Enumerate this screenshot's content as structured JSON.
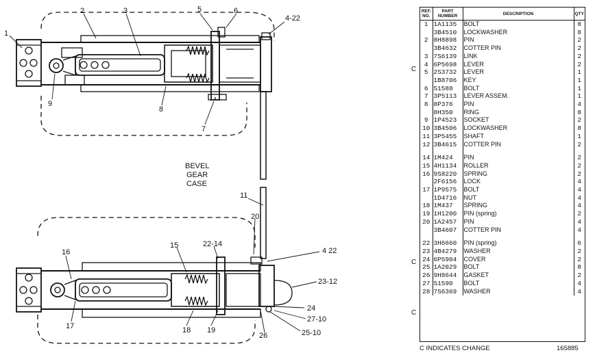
{
  "diagram": {
    "case_label_lines": [
      "BEVEL",
      "GEAR",
      "CASE"
    ],
    "callouts": {
      "c1": "1",
      "c2": "2",
      "c3": "3",
      "c5": "5",
      "c6": "6",
      "c4_22a": "4-22",
      "c9": "9",
      "c8": "8",
      "c7": "7",
      "c11": "11",
      "c20": "20",
      "c15": "15",
      "c22_14": "22-14",
      "c4_22b": "4 22",
      "c16": "16",
      "c23_12": "23-12",
      "c17": "17",
      "c18": "18",
      "c19": "19",
      "c24": "24",
      "c27_10": "27-10",
      "c26": "26",
      "c25_10": "25-10"
    }
  },
  "parts_list": {
    "headers": {
      "ref": "REF. NO.",
      "part": "PART NUMBER",
      "desc": "DESCRIPTION",
      "qty": "QTY"
    },
    "rows": [
      {
        "ref": "1",
        "part": "1A1135",
        "desc": "BOLT",
        "qty": "8"
      },
      {
        "ref": "",
        "part": "3B4510",
        "desc": "LOCKWASHER",
        "qty": "8"
      },
      {
        "ref": "2",
        "part": "8H8898",
        "desc": "PIN",
        "qty": "2"
      },
      {
        "ref": "",
        "part": "3B4632",
        "desc": "COTTER PIN",
        "qty": "2"
      },
      {
        "ref": "3",
        "part": "7S6139",
        "desc": "LINK",
        "qty": "2"
      },
      {
        "ref": "4",
        "part": "6P5698",
        "desc": "LEVER",
        "qty": "2"
      },
      {
        "ref": "5",
        "part": "2S3732",
        "desc": "LEVER",
        "qty": "1"
      },
      {
        "ref": "",
        "part": "1B8706",
        "desc": "KEY",
        "qty": "1"
      },
      {
        "ref": "6",
        "part": "S1588",
        "desc": "BOLT",
        "qty": "1"
      },
      {
        "ref": "7",
        "part": "3P5113",
        "desc": "LEVER ASSEM.",
        "qty": "1"
      },
      {
        "ref": "8",
        "part": "8P376",
        "desc": "PIN",
        "qty": "4"
      },
      {
        "ref": "",
        "part": "8H350",
        "desc": "RING",
        "qty": "8"
      },
      {
        "ref": "9",
        "part": "1P4523",
        "desc": "SOCKET",
        "qty": "2"
      },
      {
        "ref": "10",
        "part": "3B4506",
        "desc": "LOCKWASHER",
        "qty": "8"
      },
      {
        "ref": "11",
        "part": "3P5455",
        "desc": "SHAFT",
        "qty": "1"
      },
      {
        "ref": "12",
        "part": "3B4615",
        "desc": "COTTER PIN",
        "qty": "2"
      },
      {
        "gap": true
      },
      {
        "ref": "14",
        "part": "1M424",
        "desc": "PIN",
        "qty": "2"
      },
      {
        "ref": "15",
        "part": "4H1134",
        "desc": "ROLLER",
        "qty": "2"
      },
      {
        "ref": "16",
        "part": "9S8220",
        "desc": "SPRING",
        "qty": "2"
      },
      {
        "ref": "",
        "part": "2F6156",
        "desc": "LOCK",
        "qty": "4"
      },
      {
        "ref": "17",
        "part": "1P9575",
        "desc": "BOLT",
        "qty": "4"
      },
      {
        "ref": "",
        "part": "1D4716",
        "desc": "NUT",
        "qty": "4"
      },
      {
        "ref": "18",
        "part": "1M437",
        "desc": "SPRING",
        "qty": "4"
      },
      {
        "ref": "19",
        "part": "1H1200",
        "desc": "PIN (spring)",
        "qty": "2"
      },
      {
        "ref": "20",
        "part": "1A2457",
        "desc": "PIN",
        "qty": "4"
      },
      {
        "ref": "",
        "part": "3B4607",
        "desc": "COTTER PIN",
        "qty": "4"
      },
      {
        "gap": true
      },
      {
        "ref": "22",
        "part": "3H6660",
        "desc": "PIN (spring)",
        "qty": "6"
      },
      {
        "ref": "23",
        "part": "4B4279",
        "desc": "WASHER",
        "qty": "2"
      },
      {
        "ref": "24",
        "part": "6P5904",
        "desc": "COVER",
        "qty": "2"
      },
      {
        "ref": "25",
        "part": "1A2029",
        "desc": "BOLT",
        "qty": "8"
      },
      {
        "ref": "26",
        "part": "9H8644",
        "desc": "GASKET",
        "qty": "2"
      },
      {
        "ref": "27",
        "part": "S1590",
        "desc": "BOLT",
        "qty": "4"
      },
      {
        "ref": "28",
        "part": "7S6369",
        "desc": "WASHER",
        "qty": "4"
      }
    ]
  },
  "change_marks": {
    "m4": "C",
    "m22": "C",
    "m28": "C"
  },
  "footer": {
    "note": "C INDICATES CHANGE",
    "code": "165885"
  }
}
